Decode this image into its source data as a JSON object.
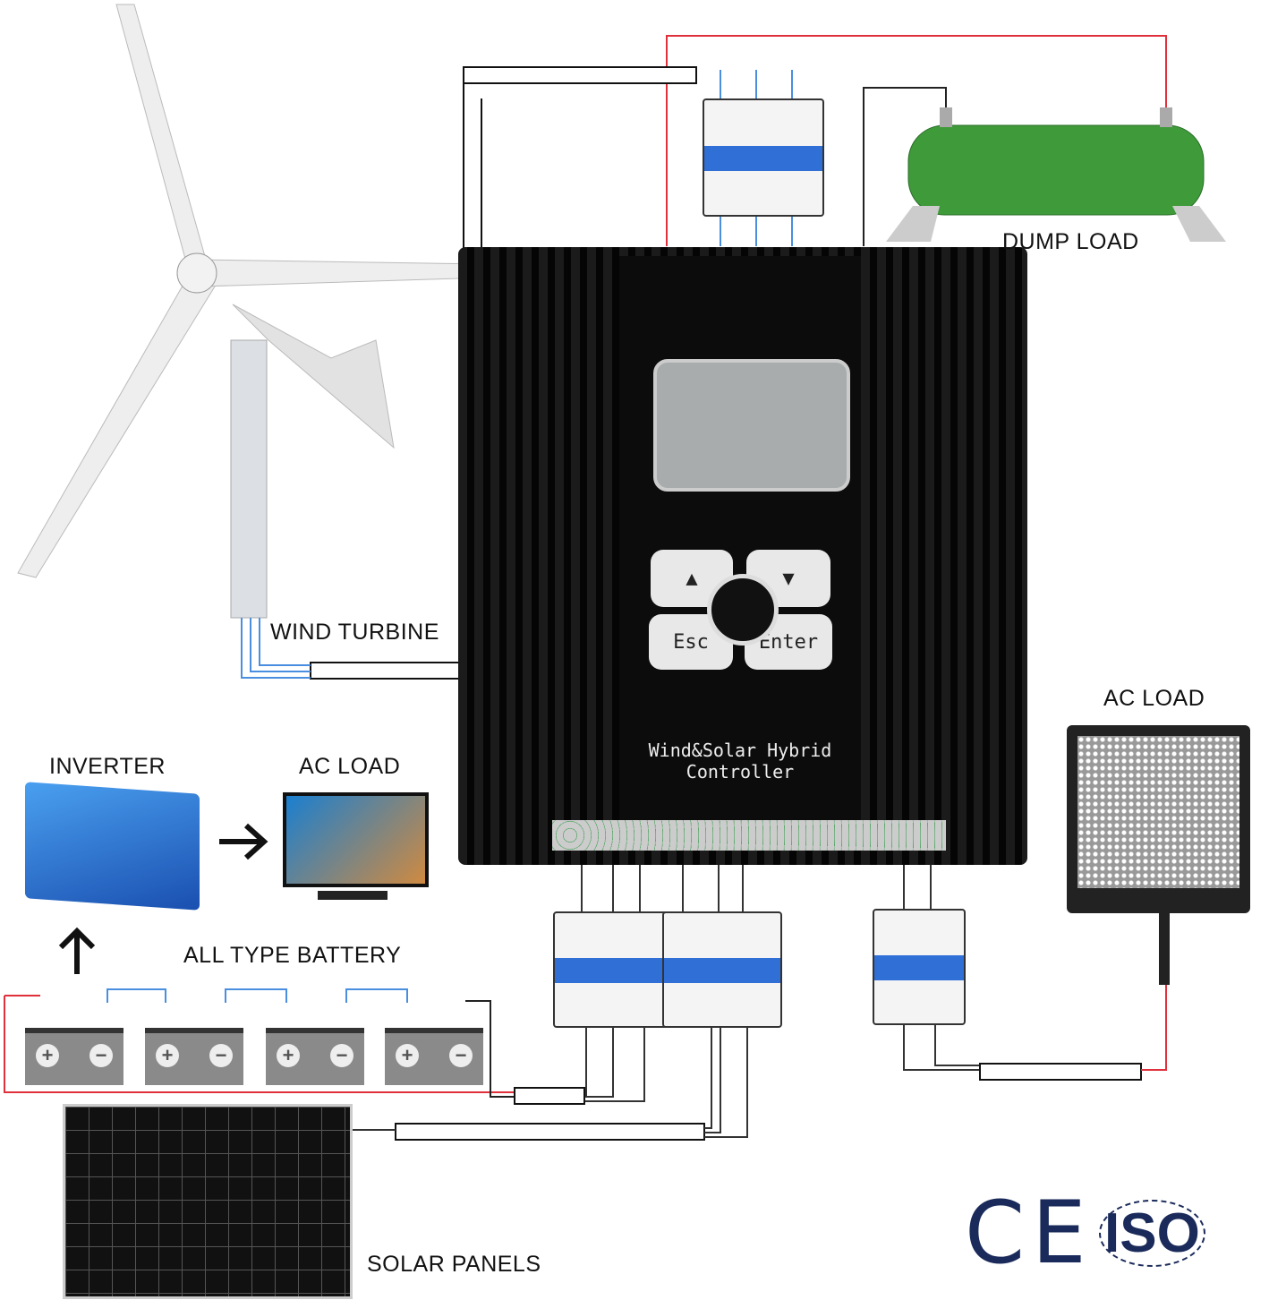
{
  "labels": {
    "wind_turbine": "WIND TURBINE",
    "dump_load": "DUMP LOAD",
    "ac_load_right": "AC LOAD",
    "inverter": "INVERTER",
    "ac_load_left": "AC LOAD",
    "battery": "ALL TYPE BATTERY",
    "solar_panels": "SOLAR PANELS"
  },
  "controller": {
    "title_line1": "Wind&Solar Hybrid",
    "title_line2": "Controller",
    "buttons": {
      "up": "▲",
      "down": "▼",
      "esc": "Esc",
      "enter": "Enter"
    }
  },
  "certifications": {
    "ce": "CE",
    "iso": "ISO"
  },
  "colors": {
    "positive_wire": "#e0303c",
    "negative_wire": "#222222",
    "phase_wire": "#4a8ee0",
    "breaker_accent": "#2f6fd6",
    "dump_load": "#3f9a3a"
  }
}
